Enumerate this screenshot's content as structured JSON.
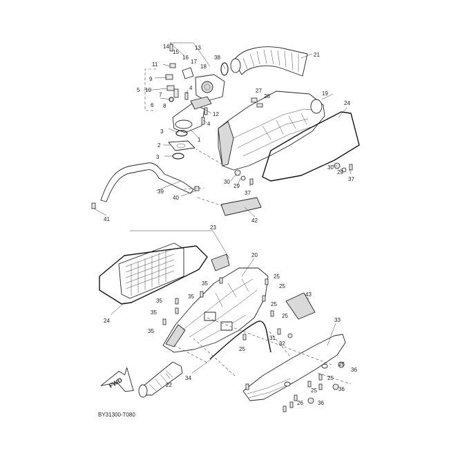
{
  "diagram": {
    "code": "BY31300-T080",
    "fwd_label": "FWD",
    "callouts": [
      "1",
      "2",
      "3",
      "3",
      "4",
      "4",
      "5",
      "6",
      "7",
      "8",
      "9",
      "10",
      "11",
      "12",
      "13",
      "14",
      "15",
      "16",
      "17",
      "18",
      "19",
      "20",
      "21",
      "22",
      "23",
      "24",
      "24",
      "25",
      "25",
      "25",
      "25",
      "25",
      "25",
      "25",
      "25",
      "26",
      "27",
      "28",
      "29",
      "29",
      "30",
      "30",
      "31",
      "32",
      "33",
      "34",
      "35",
      "35",
      "35",
      "35",
      "35",
      "36",
      "36",
      "36",
      "37",
      "37",
      "38",
      "39",
      "40",
      "41",
      "42",
      "43"
    ]
  }
}
